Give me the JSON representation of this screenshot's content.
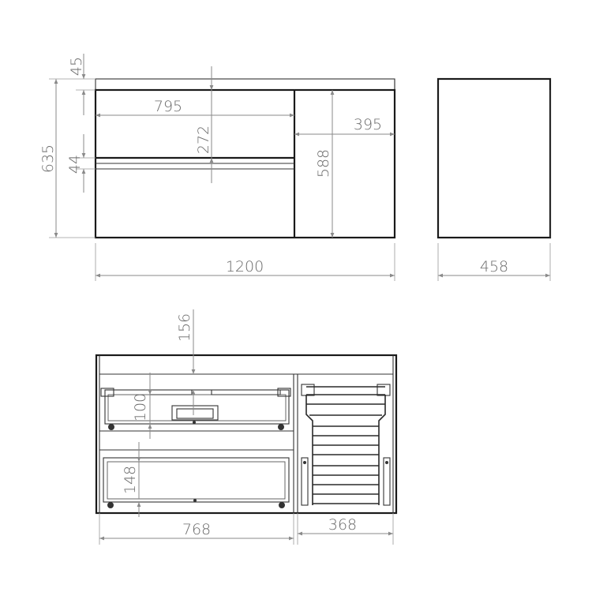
{
  "diagram": {
    "front_view": {
      "dimensions": {
        "countertop_thickness": "45",
        "total_height": "635",
        "drawer_gap": "44",
        "drawer_width": "795",
        "upper_drawer_height": "272",
        "door_width": "395",
        "door_height": "588",
        "total_width": "1200"
      }
    },
    "side_view": {
      "dimensions": {
        "depth": "458"
      }
    },
    "interior_view": {
      "dimensions": {
        "top_space_height": "156",
        "upper_drawer_internal_height": "100",
        "lower_drawer_internal_height": "148",
        "drawer_section_width": "768",
        "basket_section_width": "368"
      }
    }
  }
}
